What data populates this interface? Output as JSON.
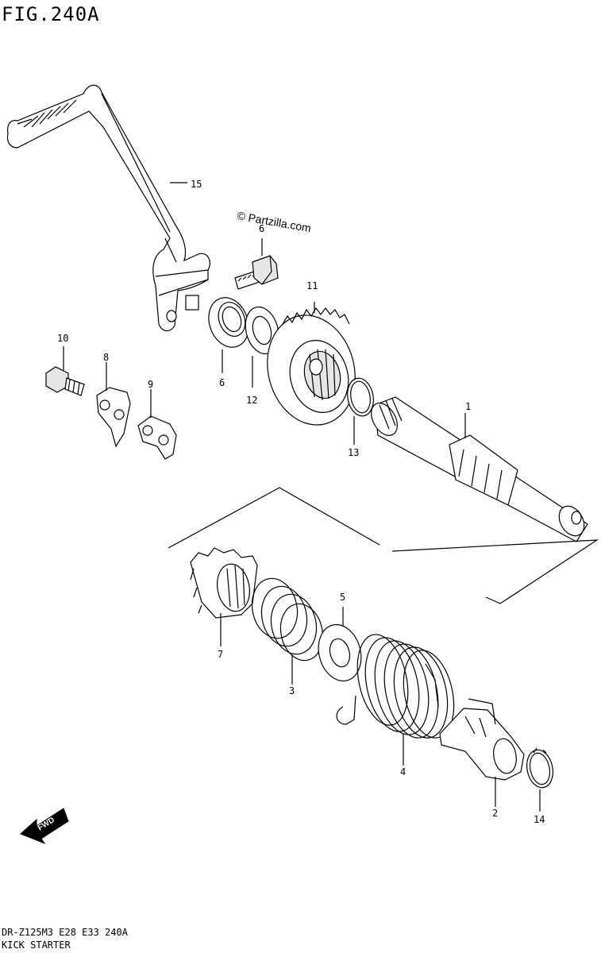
{
  "figure": {
    "title": "FIG.240A",
    "watermark": "© Partzilla.com"
  },
  "footer": {
    "model_line": "DR-Z125M3 E28 E33 240A",
    "section": "KICK STARTER"
  },
  "fwd_label": "FWD",
  "parts": [
    {
      "num": "1"
    },
    {
      "num": "2"
    },
    {
      "num": "3"
    },
    {
      "num": "4"
    },
    {
      "num": "5"
    },
    {
      "num": "6"
    },
    {
      "num": "7"
    },
    {
      "num": "8"
    },
    {
      "num": "9"
    },
    {
      "num": "10"
    },
    {
      "num": "11"
    },
    {
      "num": "12"
    },
    {
      "num": "13"
    },
    {
      "num": "14"
    },
    {
      "num": "15"
    },
    {
      "num": "6"
    }
  ]
}
